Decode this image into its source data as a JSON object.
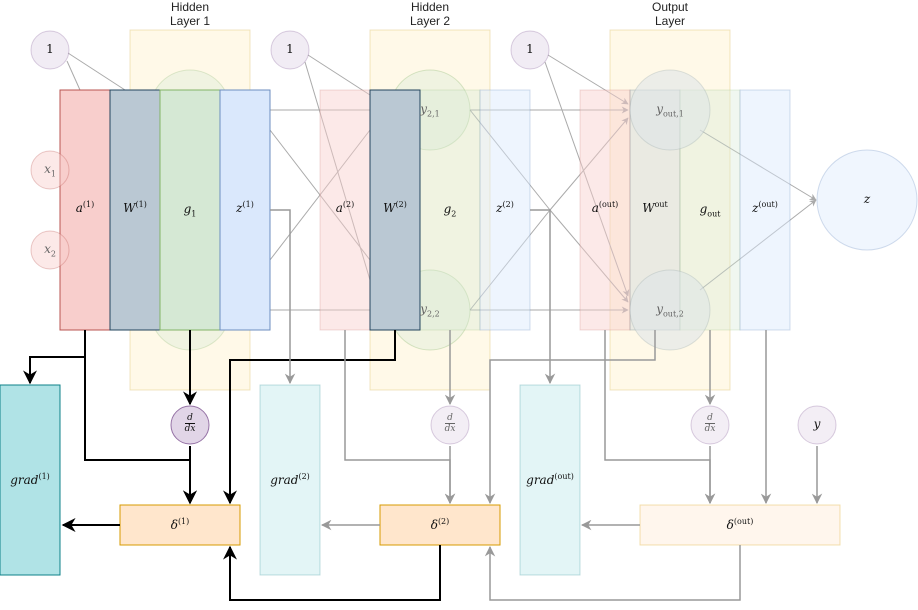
{
  "headers": [
    {
      "line1": "Hidden",
      "line2": "Layer 1"
    },
    {
      "line1": "Hidden",
      "line2": "Layer 2"
    },
    {
      "line1": "Output",
      "line2": "Layer"
    }
  ],
  "bias": "1",
  "inputs": {
    "x1": {
      "base": "x",
      "sub": "1"
    },
    "x2": {
      "base": "x",
      "sub": "2"
    }
  },
  "layer1": {
    "a": {
      "base": "a",
      "sup": "(1)"
    },
    "W": {
      "base": "W",
      "sup": "(1)"
    },
    "g": {
      "base": "g",
      "sub": "1"
    },
    "z": {
      "base": "z",
      "sup": "(1)"
    }
  },
  "layer2": {
    "a": {
      "base": "a",
      "sup": "(2)"
    },
    "W": {
      "base": "W",
      "sup": "(2)"
    },
    "g": {
      "base": "g",
      "sub": "2"
    },
    "z": {
      "base": "z",
      "sup": "(2)"
    },
    "y1": {
      "base": "y",
      "sub": "2,1"
    },
    "y2": {
      "base": "y",
      "sub": "2,2"
    }
  },
  "output": {
    "a": {
      "base": "a",
      "sup": "(out)"
    },
    "W": {
      "base": "W",
      "sup": "out"
    },
    "g": {
      "base": "g",
      "sub": "out"
    },
    "z": {
      "base": "z",
      "sup": "(out)"
    },
    "y1": {
      "base": "y",
      "sub": "out,1"
    },
    "y2": {
      "base": "y",
      "sub": "out,2"
    }
  },
  "final_z": "z",
  "target_y": "y",
  "derivative": {
    "num": "d",
    "den": "dx"
  },
  "grads": {
    "g1": {
      "base": "grad",
      "sup": "(1)"
    },
    "g2": {
      "base": "grad",
      "sup": "(2)"
    },
    "gout": {
      "base": "grad",
      "sup": "(out)"
    }
  },
  "deltas": {
    "d1": {
      "base": "δ",
      "sup": "(1)"
    },
    "d2": {
      "base": "δ",
      "sup": "(2)"
    },
    "dout": {
      "base": "δ",
      "sup": "(out)"
    }
  },
  "colors": {
    "red": "#f8cecc",
    "red_stroke": "#b85450",
    "slate": "#bac8d3",
    "slate_stroke": "#23445d",
    "green": "#d5e8d4",
    "green_stroke": "#82b366",
    "blue": "#dae8fc",
    "blue_stroke": "#6c8ebf",
    "yellow": "#fff2cc",
    "yellow_stroke": "#d6b656",
    "orange": "#ffe6cc",
    "orange_stroke": "#d79b00",
    "purple": "#e1d5e7",
    "purple_stroke": "#9673a6",
    "teal": "#b0e3e6",
    "teal_stroke": "#0e8088"
  }
}
